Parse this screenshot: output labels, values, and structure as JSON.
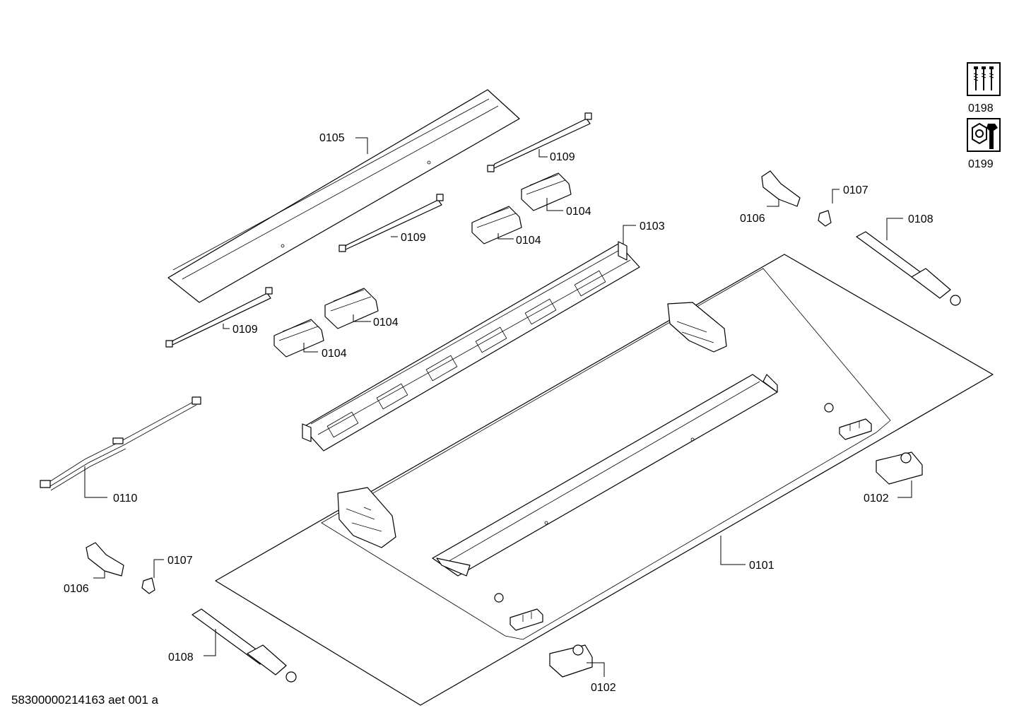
{
  "document_id": "58300000214163 aet 001 a",
  "legend": [
    {
      "label": "0198",
      "icon": "screws-icon"
    },
    {
      "label": "0199",
      "icon": "nut-wrench-icon"
    }
  ],
  "part_labels": {
    "p0101": "0101",
    "p0102a": "0102",
    "p0102b": "0102",
    "p0103": "0103",
    "p0104a": "0104",
    "p0104b": "0104",
    "p0104c": "0104",
    "p0104d": "0104",
    "p0105": "0105",
    "p0106a": "0106",
    "p0106b": "0106",
    "p0107a": "0107",
    "p0107b": "0107",
    "p0108a": "0108",
    "p0108b": "0108",
    "p0109a": "0109",
    "p0109b": "0109",
    "p0109c": "0109",
    "p0110": "0110"
  }
}
